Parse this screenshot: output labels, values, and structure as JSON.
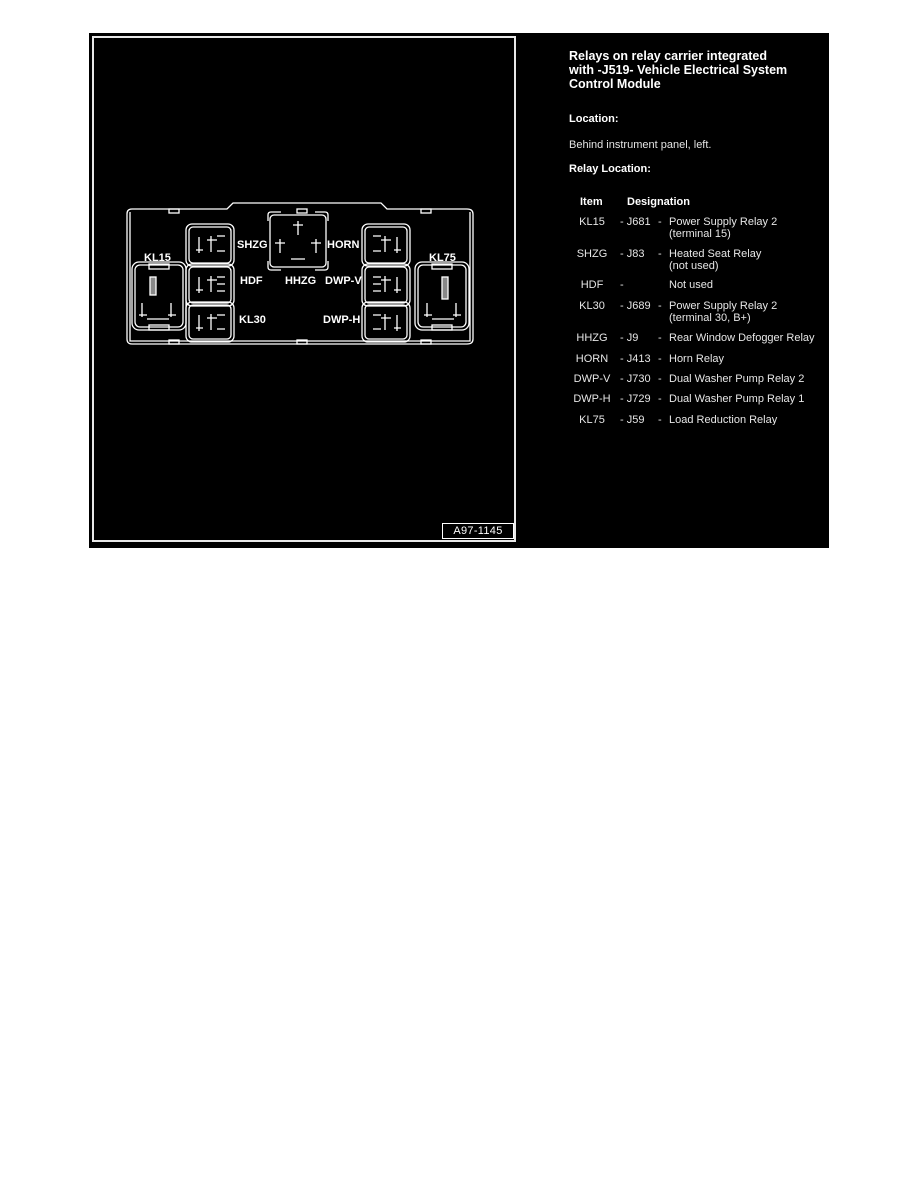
{
  "figure": {
    "id": "A97-1145",
    "labels": {
      "kl15": "KL15",
      "shzg": "SHZG",
      "hdf": "HDF",
      "kl30": "KL30",
      "hhzg": "HHZG",
      "horn": "HORN",
      "dwpv": "DWP-V",
      "dwph": "DWP-H",
      "kl75": "KL75"
    }
  },
  "info": {
    "title_lines": [
      "Relays on relay carrier integrated",
      "with -J519- Vehicle Electrical System",
      "Control Module"
    ],
    "location_heading": "Location:",
    "location_text": "Behind instrument panel, left.",
    "relay_location_heading": "Relay Location:"
  },
  "table": {
    "headers": {
      "item": "Item",
      "designation": "Designation"
    },
    "rows": [
      {
        "item": "KL15",
        "code": "- J681",
        "sep": "-",
        "desc": [
          "Power Supply Relay 2",
          "(terminal 15)"
        ]
      },
      {
        "item": "SHZG",
        "code": "- J83",
        "sep": "-",
        "desc": [
          "Heated Seat Relay",
          "(not used)"
        ]
      },
      {
        "item": "HDF",
        "code": "-",
        "sep": "",
        "desc": [
          "Not used"
        ]
      },
      {
        "item": "KL30",
        "code": "- J689",
        "sep": "-",
        "desc": [
          "Power Supply Relay 2",
          "(terminal 30, B+)"
        ]
      },
      {
        "item": "HHZG",
        "code": "- J9",
        "sep": "-",
        "desc": [
          "Rear Window Defogger Relay"
        ]
      },
      {
        "item": "HORN",
        "code": "- J413",
        "sep": "-",
        "desc": [
          "Horn Relay"
        ]
      },
      {
        "item": "DWP-V",
        "code": "- J730",
        "sep": "-",
        "desc": [
          "Dual Washer Pump Relay 2"
        ]
      },
      {
        "item": "DWP-H",
        "code": "- J729",
        "sep": "-",
        "desc": [
          "Dual Washer Pump Relay 1"
        ]
      },
      {
        "item": "KL75",
        "code": "- J59",
        "sep": "-",
        "desc": [
          "Load Reduction Relay"
        ]
      }
    ]
  }
}
